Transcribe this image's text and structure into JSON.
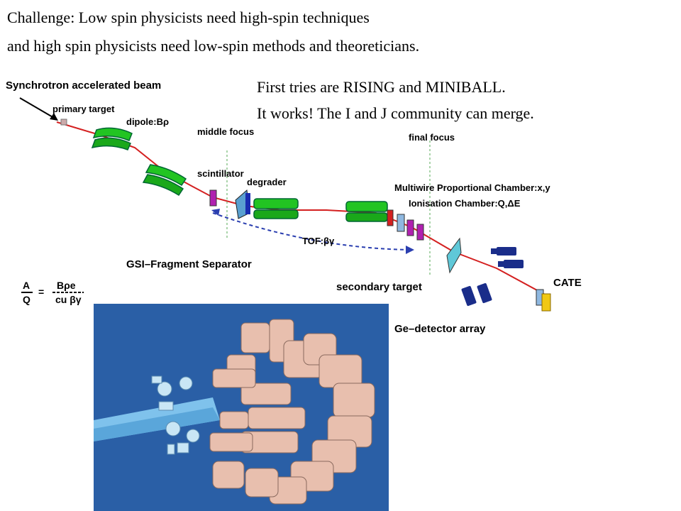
{
  "heading": {
    "line1": "Challenge: Low spin physicists need high-spin  techniques",
    "line2": "and high spin physicists need low-spin methods and theoreticians."
  },
  "note": {
    "line1": "First tries are RISING and MINIBALL.",
    "line2": "It works! The I and J community can merge."
  },
  "diagram": {
    "beam_label": "Synchrotron accelerated beam",
    "primary_target": "primary target",
    "dipole": "dipole:Bρ",
    "middle_focus": "middle focus",
    "final_focus": "final focus",
    "scintillator": "scintillator",
    "degrader": "degrader",
    "mwpc": "Multiwire Proportional Chamber:x,y",
    "ion_chamber": "Ionisation Chamber:Q,ΔE",
    "tof": "TOF:βγ",
    "separator": "GSI–Fragment Separator",
    "cate": "CATE",
    "secondary_target": "secondary target",
    "ge_array": "Ge–detector array",
    "formula": {
      "lhs_num": "A",
      "lhs_den": "Q",
      "eq": "=",
      "rhs_num": "Bρe",
      "rhs_den": "cu βγ"
    }
  },
  "colors": {
    "beamline": "#d42020",
    "magnet": "#22c422",
    "photo_bg": "#2a5fa6",
    "detector": "#e8bfae",
    "tof_arrow": "#2b3fb0",
    "ge_detector": "#1a2d8a",
    "cate": "#f0c814"
  }
}
